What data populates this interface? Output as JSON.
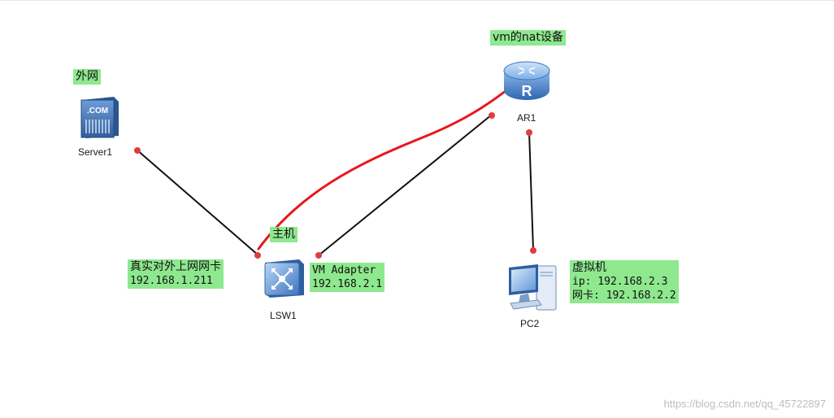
{
  "devices": {
    "server1": "Server1",
    "ar1": "AR1",
    "lsw1": "LSW1",
    "pc2": "PC2"
  },
  "icons": {
    "server_text": ".COM",
    "router_letter": "R"
  },
  "labels": {
    "external_net": "外网",
    "vm_nat": "vm的nat设备",
    "host": "主机",
    "real_nic": [
      "真实对外上网网卡",
      "192.168.1.211"
    ],
    "vm_adapter": [
      "VM Adapter",
      "192.168.2.1"
    ],
    "vm": [
      "虚拟机",
      "ip: 192.168.2.3",
      "网卡: 192.168.2.2"
    ]
  },
  "watermark": "https://blog.csdn.net/qq_45722897",
  "colors": {
    "label_bg": "#8ee88e",
    "link": "#111111",
    "port_dot": "#e03c3c",
    "annotation": "#e8161c",
    "device_blue": "#4a86c8"
  }
}
